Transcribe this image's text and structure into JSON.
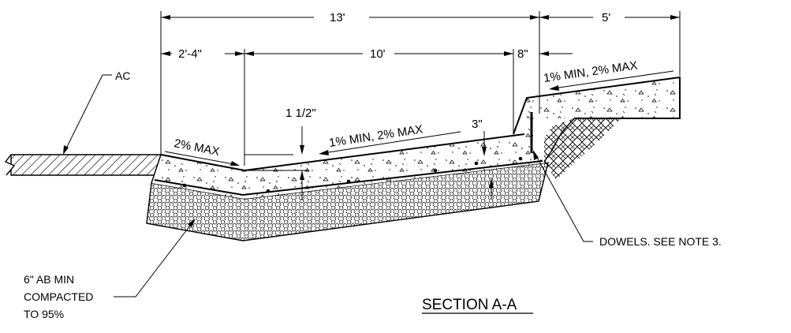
{
  "drawing": {
    "title": "SECTION A-A",
    "dimensions": {
      "overall_width": "13'",
      "right_width": "5'",
      "left_segment": "2'-4\"",
      "middle_segment": "10'",
      "right_segment": "8\"",
      "depth_callout": "1 1/2\"",
      "thickness_callout": "3\""
    },
    "slopes": {
      "left": "2% MAX",
      "middle": "1% MIN, 2% MAX",
      "right": "1% MIN, 2% MAX"
    },
    "labels": {
      "ac": "AC",
      "dowels": "DOWELS. SEE NOTE 3.",
      "base_line1": "6\" AB MIN",
      "base_line2": "COMPACTED",
      "base_line3": "TO 95%"
    }
  }
}
